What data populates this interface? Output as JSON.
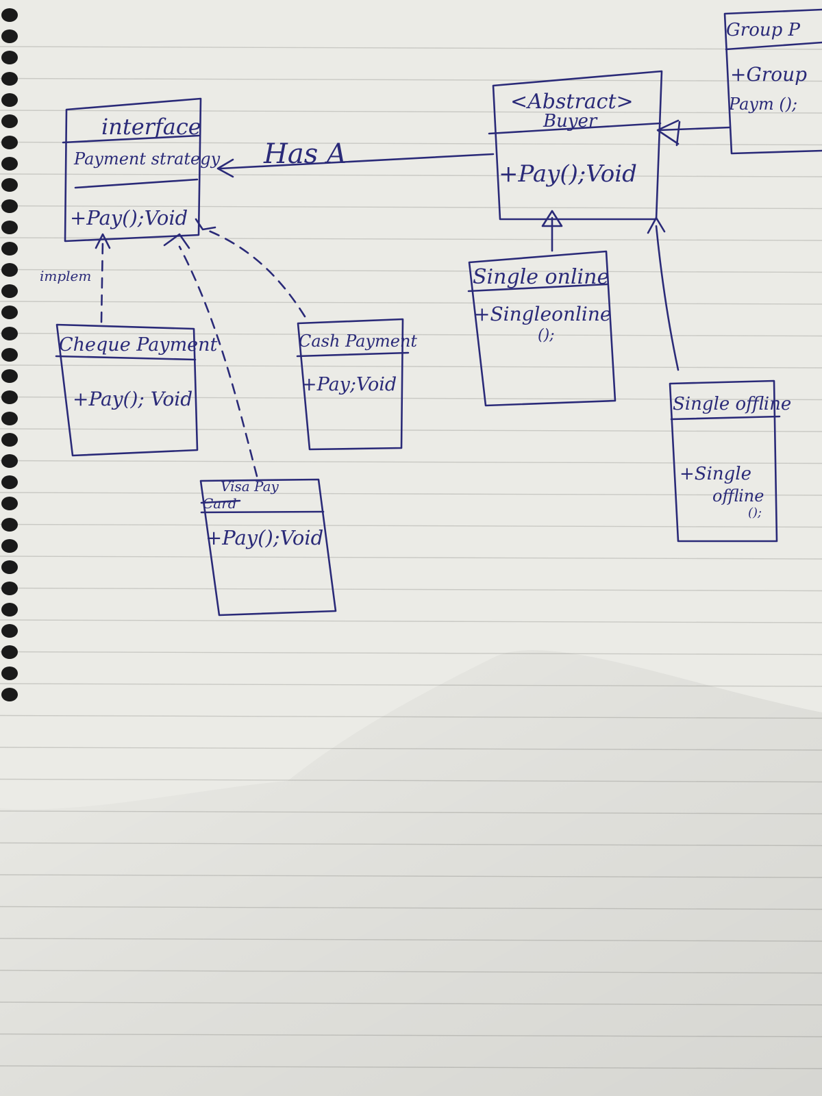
{
  "diagram": {
    "payment_strategy": {
      "stereotype": "interface",
      "name": "Payment strategy",
      "method": "+Pay();Void"
    },
    "buyer": {
      "stereotype": "<Abstract>",
      "name": "Buyer",
      "method": "+Pay();Void"
    },
    "group_class": {
      "name": "Group P",
      "method_line1": "+Group",
      "method_line2": "Paym ();"
    },
    "single_online": {
      "name": "Single online",
      "method_line1": "+Singleonline",
      "method_line2": "();"
    },
    "single_offline": {
      "name": "Single offline",
      "method_line1": "+Single",
      "method_line2": "offline",
      "method_line3": "();"
    },
    "cheque_payment": {
      "name": "Cheque Payment",
      "method": "+Pay(); Void"
    },
    "cash_payment": {
      "name": "Cash Payment",
      "method": "+Pay;Void"
    },
    "visa_payment": {
      "name": "Visa Pay",
      "struck_name": "Card",
      "method": "+Pay();Void"
    },
    "relations": {
      "has_a_label": "Has A",
      "implements_label": "implem"
    }
  },
  "colors": {
    "ink": "#2a2a78",
    "paper": "#ebebe6",
    "rule_line": "#c9c9c4",
    "binding_hole": "#1a1a1a"
  }
}
